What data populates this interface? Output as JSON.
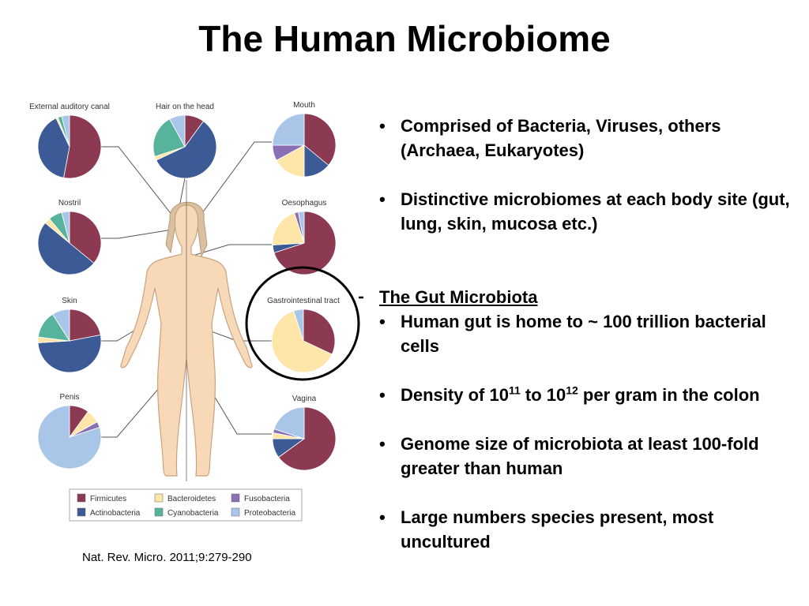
{
  "title": "The Human Microbiome",
  "citation": "Nat. Rev. Micro.  2011;9:279-290",
  "colors": {
    "firmicutes": "#8c3a52",
    "actinobacteria": "#3b5a96",
    "bacteroidetes": "#fde6a8",
    "cyanobacteria": "#57b39c",
    "fusobacteria": "#8b6fb5",
    "proteobacteria": "#a9c6e8"
  },
  "legend": [
    {
      "key": "firmicutes",
      "label": "Firmicutes"
    },
    {
      "key": "bacteroidetes",
      "label": "Bacteroidetes"
    },
    {
      "key": "fusobacteria",
      "label": "Fusobacteria"
    },
    {
      "key": "actinobacteria",
      "label": "Actinobacteria"
    },
    {
      "key": "cyanobacteria",
      "label": "Cyanobacteria"
    },
    {
      "key": "proteobacteria",
      "label": "Proteobacteria"
    }
  ],
  "sites": [
    {
      "id": "external-auditory-canal",
      "label": "External auditory canal",
      "slices": [
        {
          "key": "firmicutes",
          "value": 53
        },
        {
          "key": "actinobacteria",
          "value": 40
        },
        {
          "key": "bacteroidetes",
          "value": 1
        },
        {
          "key": "cyanobacteria",
          "value": 2
        },
        {
          "key": "proteobacteria",
          "value": 4
        }
      ]
    },
    {
      "id": "hair-on-the-head",
      "label": "Hair on the head",
      "slices": [
        {
          "key": "firmicutes",
          "value": 10
        },
        {
          "key": "actinobacteria",
          "value": 58
        },
        {
          "key": "bacteroidetes",
          "value": 2
        },
        {
          "key": "cyanobacteria",
          "value": 22
        },
        {
          "key": "proteobacteria",
          "value": 8
        }
      ]
    },
    {
      "id": "mouth",
      "label": "Mouth",
      "slices": [
        {
          "key": "firmicutes",
          "value": 36
        },
        {
          "key": "actinobacteria",
          "value": 14
        },
        {
          "key": "bacteroidetes",
          "value": 17
        },
        {
          "key": "fusobacteria",
          "value": 8
        },
        {
          "key": "proteobacteria",
          "value": 25
        }
      ]
    },
    {
      "id": "nostril",
      "label": "Nostril",
      "slices": [
        {
          "key": "firmicutes",
          "value": 36
        },
        {
          "key": "actinobacteria",
          "value": 50
        },
        {
          "key": "bacteroidetes",
          "value": 3
        },
        {
          "key": "cyanobacteria",
          "value": 7
        },
        {
          "key": "proteobacteria",
          "value": 4
        }
      ]
    },
    {
      "id": "oesophagus",
      "label": "Oesophagus",
      "slices": [
        {
          "key": "firmicutes",
          "value": 70
        },
        {
          "key": "actinobacteria",
          "value": 4
        },
        {
          "key": "bacteroidetes",
          "value": 21
        },
        {
          "key": "fusobacteria",
          "value": 2
        },
        {
          "key": "proteobacteria",
          "value": 3
        }
      ]
    },
    {
      "id": "skin",
      "label": "Skin",
      "slices": [
        {
          "key": "firmicutes",
          "value": 22
        },
        {
          "key": "actinobacteria",
          "value": 52
        },
        {
          "key": "bacteroidetes",
          "value": 3
        },
        {
          "key": "cyanobacteria",
          "value": 14
        },
        {
          "key": "proteobacteria",
          "value": 9
        }
      ]
    },
    {
      "id": "gastrointestinal-tract",
      "label": "Gastrointestinal tract",
      "slices": [
        {
          "key": "firmicutes",
          "value": 32
        },
        {
          "key": "bacteroidetes",
          "value": 63
        },
        {
          "key": "proteobacteria",
          "value": 5
        }
      ]
    },
    {
      "id": "penis",
      "label": "Penis",
      "slices": [
        {
          "key": "firmicutes",
          "value": 10
        },
        {
          "key": "bacteroidetes",
          "value": 7
        },
        {
          "key": "fusobacteria",
          "value": 3
        },
        {
          "key": "proteobacteria",
          "value": 80
        }
      ]
    },
    {
      "id": "vagina",
      "label": "Vagina",
      "slices": [
        {
          "key": "firmicutes",
          "value": 65
        },
        {
          "key": "actinobacteria",
          "value": 10
        },
        {
          "key": "bacteroidetes",
          "value": 3
        },
        {
          "key": "fusobacteria",
          "value": 2
        },
        {
          "key": "proteobacteria",
          "value": 20
        }
      ]
    }
  ],
  "bullets_top": [
    "Comprised of Bacteria, Viruses, others (Archaea, Eukaryotes)",
    "Distinctive microbiomes at each body site (gut, lung, skin, mucosa etc.)"
  ],
  "gut_heading": "The Gut Microbiota",
  "bullets_gut": {
    "home": "Human gut is home to ~ 100 trillion bacterial cells",
    "density": {
      "pre": "Density of 10",
      "exp1": "11",
      "mid": " to 10",
      "exp2": "12",
      "post": " per gram in the colon"
    },
    "genome": "Genome size of microbiota at least 100-fold greater than human",
    "species": "Large numbers species present, most uncultured"
  },
  "bullet_glyph": "•"
}
